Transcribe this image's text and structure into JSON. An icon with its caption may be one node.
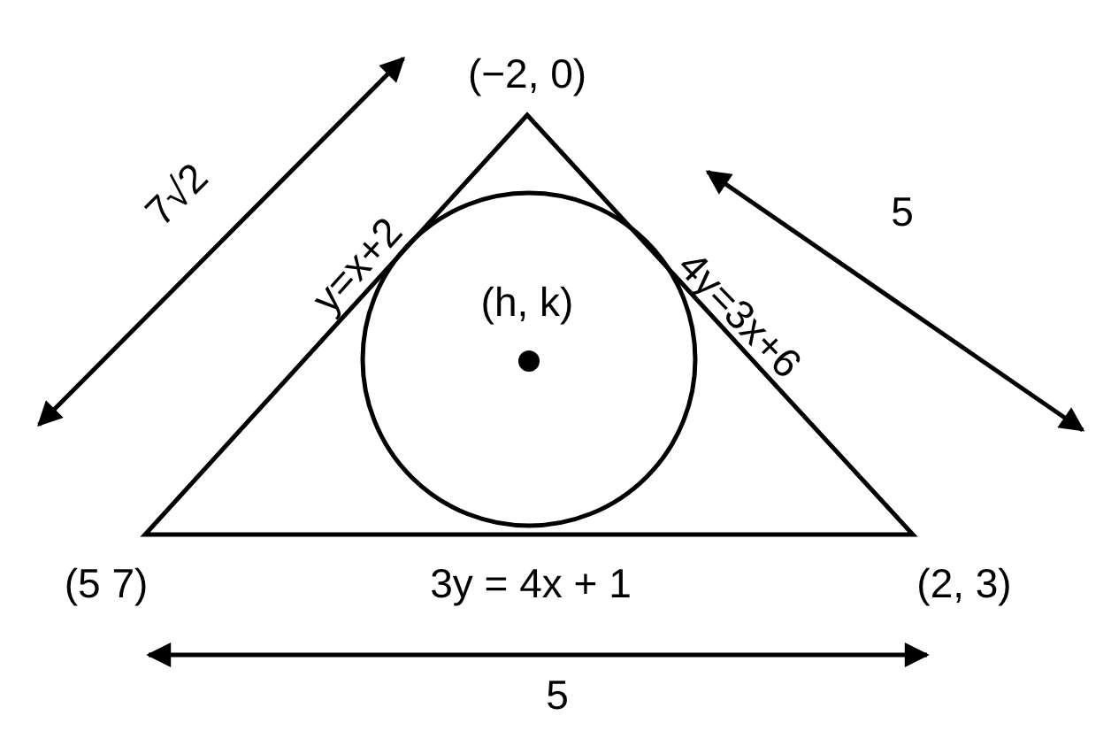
{
  "diagram": {
    "labels": [
      "7√2",
      "(−2, 0)",
      "5",
      "y=x+2",
      "4y=3x+6",
      "(h, k)",
      "(5 7)",
      "3y = 4x + 1",
      "(2, 3)",
      "5"
    ]
  }
}
